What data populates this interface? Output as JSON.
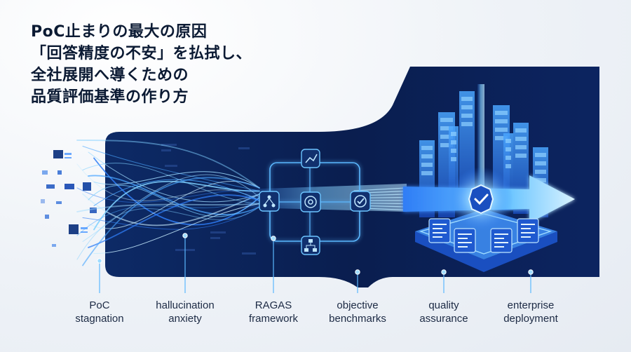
{
  "title": {
    "lines": [
      "PoC止まりの最大の原因",
      "「回答精度の不安」を払拭し、",
      "全社展開へ導くための",
      "品質評価基準の作り方"
    ]
  },
  "stages": [
    {
      "line1": "PoC",
      "line2": "stagnation"
    },
    {
      "line1": "hallucination",
      "line2": "anxiety"
    },
    {
      "line1": "RAGAS",
      "line2": "framework"
    },
    {
      "line1": "objective",
      "line2": "benchmarks"
    },
    {
      "line1": "quality",
      "line2": "assurance"
    },
    {
      "line1": "enterprise",
      "line2": "deployment"
    }
  ],
  "colors": {
    "panel_dark": "#0a1e4f",
    "glow": "#5bb8ff",
    "accent": "#2f7df6",
    "text": "#0b1a33"
  },
  "icons": [
    "network-node-icon",
    "chart-icon",
    "openai-swirl-icon",
    "target-check-icon",
    "hierarchy-icon",
    "shield-check-icon"
  ]
}
